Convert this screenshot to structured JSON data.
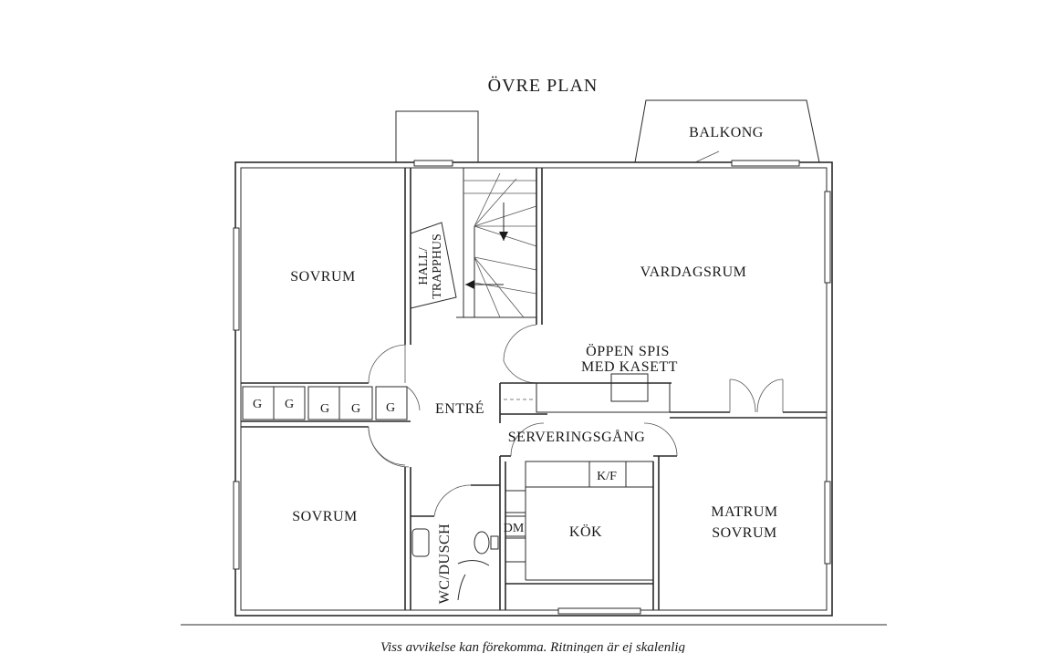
{
  "plan": {
    "title": "ÖVRE PLAN",
    "rooms": {
      "balkong": "BALKONG",
      "sovrum_top": "SOVRUM",
      "hall_line1": "HALL/",
      "hall_line2": "TRAPPHUS",
      "vardagsrum": "VARDAGSRUM",
      "spis_line1": "ÖPPEN SPIS",
      "spis_line2": "MED  KASETT",
      "entre": "ENTRÉ",
      "serveringsgang": "SERVERINGSGÅNG",
      "sovrum_bottom": "SOVRUM",
      "wc_dusch": "WC/DUSCH",
      "dm": "DM",
      "kf": "K/F",
      "kok": "KÖK",
      "matrum_line1": "MATRUM",
      "matrum_line2": "SOVRUM"
    },
    "wardrobe_labels": [
      "G",
      "G",
      "G",
      "G",
      "G"
    ],
    "disclaimer": "Viss avvikelse kan förekomma. Ritningen är ej skalenlig"
  }
}
